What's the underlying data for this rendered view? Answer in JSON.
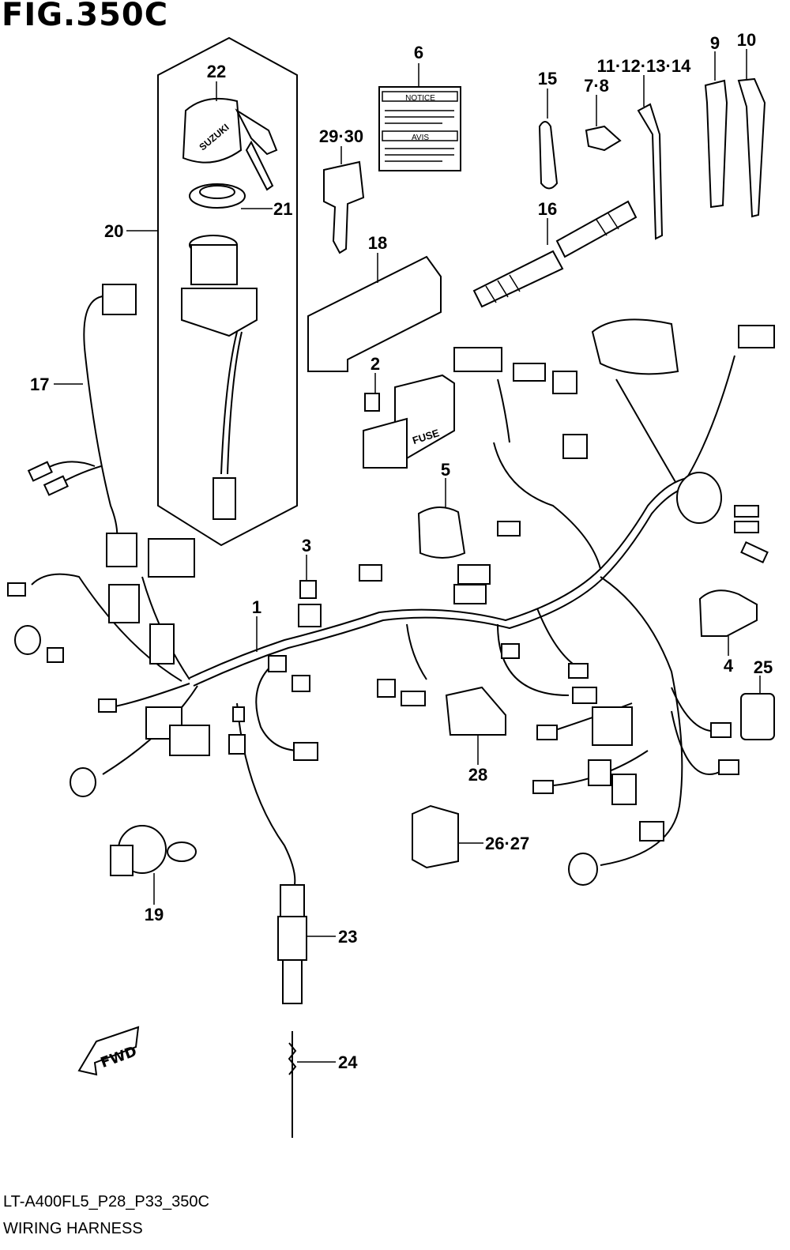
{
  "figure": {
    "title": "FIG.350C",
    "model_code": "LT-A400FL5_P28_P33_350C",
    "caption": "WIRING HARNESS"
  },
  "labels": {
    "notice_header": "NOTICE",
    "avis_header": "AVIS",
    "fuse_text": "FUSE",
    "brand_text": "SUZUKI",
    "fwd_text": "FWD"
  },
  "callouts": {
    "c1": "1",
    "c2": "2",
    "c3": "3",
    "c4": "4",
    "c5": "5",
    "c6": "6",
    "c7_8": "7·8",
    "c9": "9",
    "c10": "10",
    "c11_14": "11·12·13·14",
    "c15": "15",
    "c16": "16",
    "c17": "17",
    "c18": "18",
    "c19": "19",
    "c20": "20",
    "c21": "21",
    "c22": "22",
    "c23": "23",
    "c24": "24",
    "c25": "25",
    "c26_27": "26·27",
    "c28": "28",
    "c29_30": "29·30"
  }
}
